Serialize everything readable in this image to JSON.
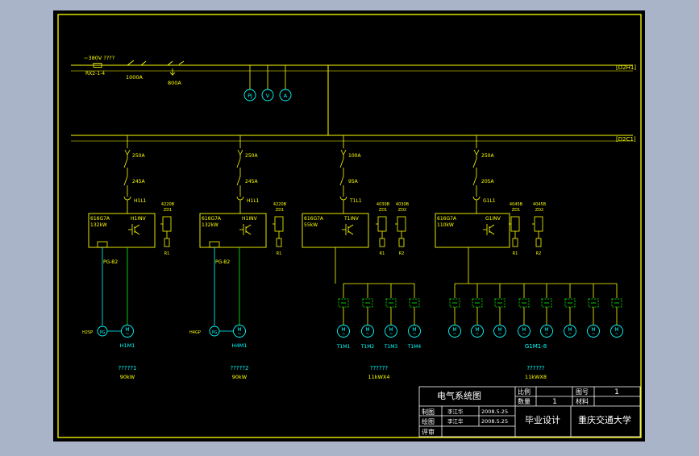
{
  "colors": {
    "background": "#a9b4c8",
    "canvas": "#000000",
    "line": "#ffff00",
    "text": "#ffff00",
    "cyan": "#00ffff",
    "green": "#00ff00",
    "white": "#ffffff"
  },
  "bus": {
    "top_label": "[D2H1]",
    "bottom_label": "[D2C1]"
  },
  "incoming": {
    "voltage_label": "~380V ????",
    "fuse_label": "RX2-1-4",
    "breaker1_label": "1000A",
    "breaker2_label": "800A"
  },
  "meters": [
    {
      "label": "PJ"
    },
    {
      "label": "V"
    },
    {
      "label": "A"
    }
  ],
  "feeders": [
    {
      "breaker_rating": "250A",
      "switch_rating": "245A",
      "sensor_label": "H1L1",
      "drive_model": "616G7A",
      "drive_power": "132kW",
      "drive_tag": "H1INV",
      "resistor_headers": [
        "4220B"
      ],
      "resistor_tags": [
        "ZD1"
      ],
      "resistor_labels": [
        "R1"
      ],
      "encoder_cable": "PG-B2",
      "encoder_model": "H2SP",
      "encoder_label": "PG",
      "motor_tags": [
        "H1M1"
      ],
      "motor_note": "?????1",
      "motor_power": "90kW"
    },
    {
      "breaker_rating": "250A",
      "switch_rating": "245A",
      "sensor_label": "H1L1",
      "drive_model": "616G7A",
      "drive_power": "132kW",
      "drive_tag": "H1INV",
      "resistor_headers": [
        "4220B"
      ],
      "resistor_tags": [
        "ZD1"
      ],
      "resistor_labels": [
        "R1"
      ],
      "encoder_cable": "PG-B2",
      "encoder_model": "H4GP",
      "encoder_label": "PG",
      "motor_tags": [
        "H4M1"
      ],
      "motor_note": "?????2",
      "motor_power": "90kW"
    },
    {
      "breaker_rating": "100A",
      "switch_rating": "95A",
      "sensor_label": "T1L1",
      "drive_model": "616G7A",
      "drive_power": "55kW",
      "drive_tag": "T1INV",
      "resistor_headers": [
        "4030B",
        "4030B"
      ],
      "resistor_tags": [
        "ZD1",
        "ZD2"
      ],
      "resistor_labels": [
        "R1",
        "R2"
      ],
      "motor_tags": [
        "T1M1",
        "T1M2",
        "T1M3",
        "T1M4"
      ],
      "motor_note": "??????",
      "motor_power": "11kWX4"
    },
    {
      "breaker_rating": "250A",
      "switch_rating": "205A",
      "sensor_label": "G1L1",
      "drive_model": "616G7A",
      "drive_power": "110kW",
      "drive_tag": "G1INV",
      "resistor_headers": [
        "4045B",
        "4045B"
      ],
      "resistor_tags": [
        "ZD1",
        "ZD2"
      ],
      "resistor_labels": [
        "R1",
        "R2"
      ],
      "motor_group_label": "G1M1-8",
      "motor_note": "??????",
      "motor_power": "11kWX8"
    }
  ],
  "motor_symbol": {
    "letter": "M",
    "sub": "~"
  },
  "title_block": {
    "drawing_title": "电气系统图",
    "scale_label": "比例",
    "sheet_label": "图号",
    "sheet_value": "1",
    "qty_label": "数量",
    "qty_value": "1",
    "material_label": "材料",
    "drawn_label": "制图",
    "drawn_name": "李江华",
    "drawn_date": "2008.5.25",
    "checked_label": "绘图",
    "checked_name": "李江华",
    "checked_date": "2008.5.25",
    "review_label": "评审",
    "project": "毕业设计",
    "school": "重庆交通大学"
  }
}
